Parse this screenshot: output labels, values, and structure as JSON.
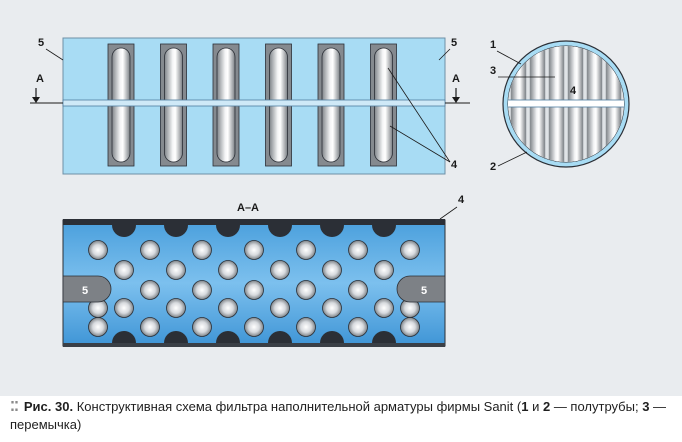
{
  "labels": {
    "housing": "5",
    "section_letter": "А",
    "section_title": "А–А",
    "half_pipe_outer": "1",
    "half_pipe_inner": "2",
    "bridge": "3",
    "element": "4"
  },
  "caption": {
    "fig_label": "Рис. 30.",
    "text_a": " Конструктивная схема фильтра наполнительной арматуры фирмы Sanit (",
    "n1": "1",
    "and_word": " и ",
    "n2": "2",
    "text_b": " — полутрубы; ",
    "n3": "3",
    "text_c": " — перемычка)"
  },
  "colors": {
    "background": "#e9ecef",
    "housing_fill": "#a8dcf4",
    "section_fill": "#5aaee6",
    "dark": "#2b2f36",
    "tube_grey": "#7d8186"
  }
}
